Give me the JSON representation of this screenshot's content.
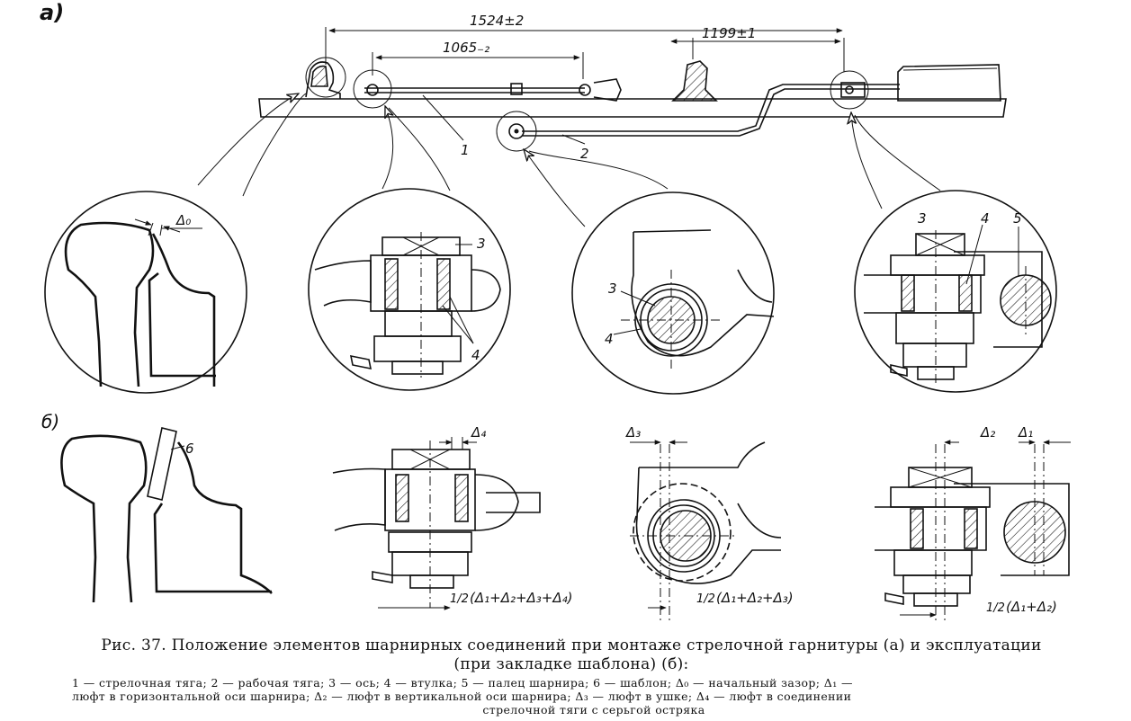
{
  "panel_labels": {
    "a": "а)",
    "b": "б)"
  },
  "dimensions": {
    "overall": "1524±2",
    "inner": "1065₋₂",
    "right": "1199±1"
  },
  "callouts": {
    "rod1": "1",
    "rod2": "2",
    "d0": "Δ₀",
    "c2_axis": "3",
    "c2_bush": "4",
    "c3_axis": "3",
    "c3_bush": "4",
    "c4_axis": "3",
    "c4_bush": "4",
    "c4_pin": "5",
    "b_template": "6",
    "b_d4": "Δ₄",
    "b_d3": "Δ₃",
    "b_d2": "Δ₂",
    "b_d1": "Δ₁"
  },
  "formulas": {
    "f1_half": "1/2",
    "f1": "(Δ₁+Δ₂+Δ₃+Δ₄)",
    "f2_half": "1/2",
    "f2": "(Δ₁+Δ₂+Δ₃)",
    "f3_half": "1/2",
    "f3": "(Δ₁+Δ₂)"
  },
  "caption": {
    "line1": "Рис. 37. Положение элементов шарнирных соединений при монтаже    стрелочной гарнитуры (а) и эксплуатации",
    "line2": "(при закладке шаблона) (б):"
  },
  "legend": {
    "line1": "1 — стрелочная тяга; 2 — рабочая тяга; 3 — ось; 4 — втулка; 5 — палец шарнира; 6 — шаблон; Δ₀ — начальный зазор; Δ₁ —",
    "line2": "люфт в горизонтальной оси шарнира; Δ₂ — люфт в вертикальной оси шарнира; Δ₃ — люфт в ушке; Δ₄ — люфт в соединении",
    "line3": "стрелочной тяги с серьгой остряка"
  }
}
